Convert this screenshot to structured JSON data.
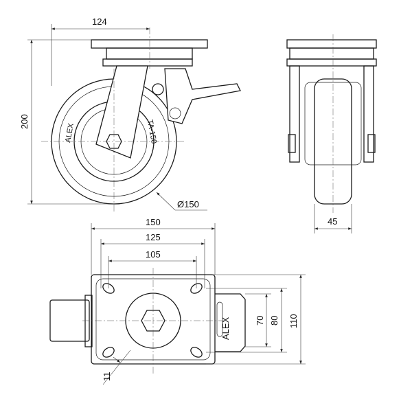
{
  "side_view": {
    "dim_width": "124",
    "dim_height": "200",
    "dim_diameter": "Ø150",
    "wheel_brand": "ALEX",
    "wheel_model": "TA-150"
  },
  "front_view": {
    "dim_wheel_width": "45"
  },
  "bottom_view": {
    "dim_plate": "150",
    "dim_hole_outer": "125",
    "dim_hole_inner": "105",
    "dim_hole_v_inner": "70",
    "dim_hole_v_outer": "80",
    "dim_plate_v": "110",
    "dim_slot": "11",
    "pedal_brand": "ALEX"
  }
}
